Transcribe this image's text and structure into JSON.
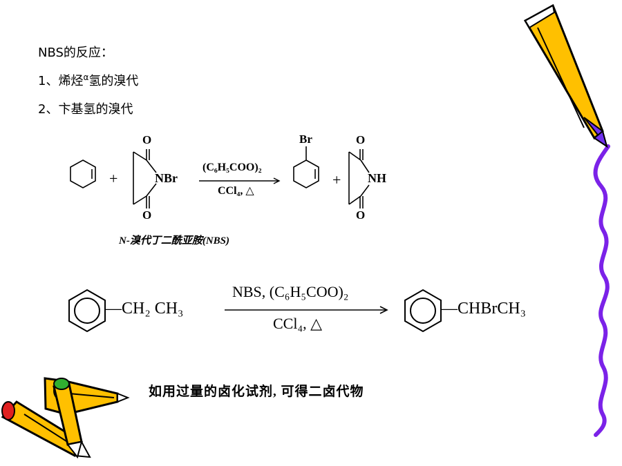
{
  "slide": {
    "heading": "NBS的反应：",
    "item1_prefix": "1、烯烃",
    "item1_alpha": "α",
    "item1_suffix": "氢的溴代",
    "item2": "2、卞基氢的溴代"
  },
  "reaction1": {
    "reagent_top": "(C₆H₅COO)₂",
    "reagent_bottom": "CCl₄, △",
    "nbs_o_top": "O",
    "nbs_o_bottom": "O",
    "nbs_nbr": "NBr",
    "product_br": "Br",
    "imide_o_top": "O",
    "imide_o_bottom": "O",
    "imide_nh": "NH",
    "plus": "+",
    "caption": "N-溴代丁二酰亚胺(NBS)"
  },
  "reaction2": {
    "reactant_group": "—CH₂ CH₃",
    "reagent_top": "NBS, (C₆H₅COO)₂",
    "reagent_bottom": "CCl₄, △",
    "product_group": "—CHBrCH₃"
  },
  "note": "如用过量的卤化试剂, 可得二卤代物",
  "colors": {
    "pencil_yellow": "#FFC000",
    "pencil_purple": "#7030F0",
    "pencil_red": "#E02020",
    "pencil_green": "#30B030",
    "squiggle_purple": "#7B22E8"
  }
}
